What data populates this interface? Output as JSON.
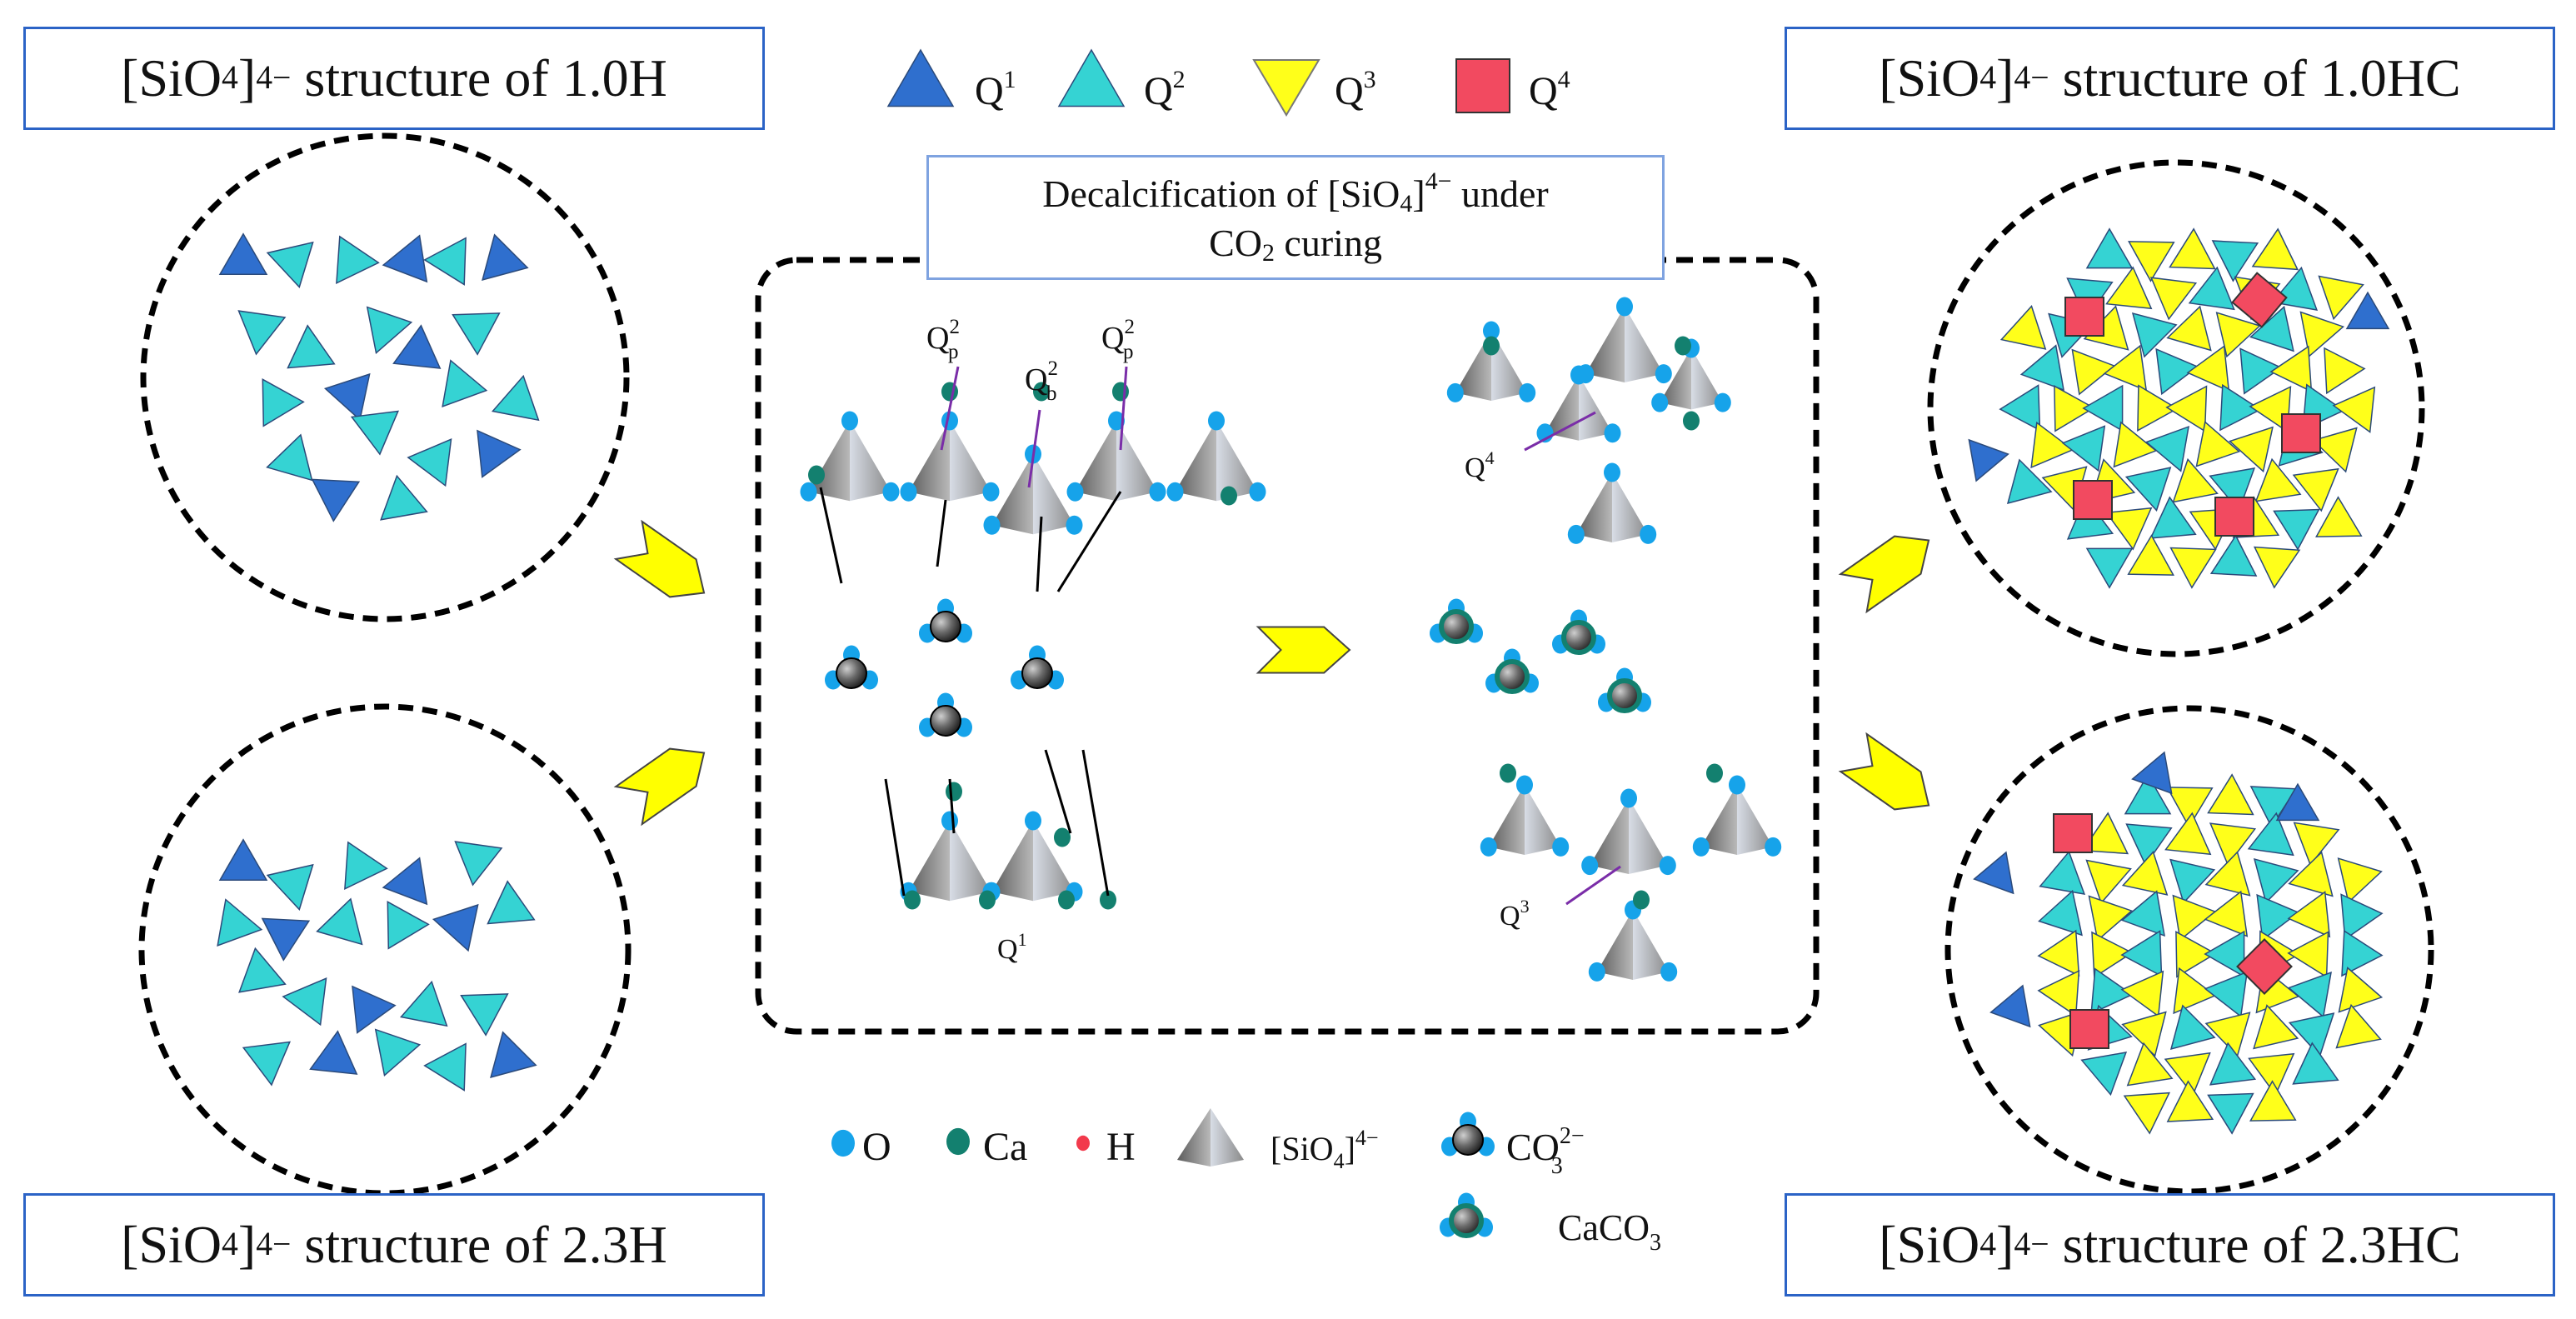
{
  "figure": {
    "labels": {
      "top_left": {
        "prefix": "[SiO",
        "sub": "4",
        "close": "]",
        "sup": "4−",
        "suffix": " structure of 1.0H"
      },
      "bottom_left": {
        "prefix": "[SiO",
        "sub": "4",
        "close": "]",
        "sup": "4−",
        "suffix": " structure of 2.3H"
      },
      "top_right": {
        "prefix": "[SiO",
        "sub": "4",
        "close": "]",
        "sup": "4−",
        "suffix": " structure of 1.0HC"
      },
      "bottom_right": {
        "prefix": "[SiO",
        "sub": "4",
        "close": "]",
        "sup": "4−",
        "suffix": " structure of 2.3HC"
      }
    },
    "q_legend": [
      {
        "sym": "Q",
        "sup": "1",
        "color": "#2f6fce",
        "shape": "triangle"
      },
      {
        "sym": "Q",
        "sup": "2",
        "color": "#35d3d3",
        "shape": "triangle"
      },
      {
        "sym": "Q",
        "sup": "3",
        "color": "#ffff1a",
        "shape": "triangle"
      },
      {
        "sym": "Q",
        "sup": "4",
        "color": "#f24a60",
        "shape": "square"
      }
    ],
    "center_title": {
      "line1_a": "Decalcification of [SiO",
      "line1_sub": "4",
      "line1_b": "]",
      "line1_sup": "4−",
      "line1_c": " under",
      "line2_a": "CO",
      "line2_sub": "2",
      "line2_b": " curing"
    },
    "annotations": {
      "qp": {
        "sym": "Q",
        "sup": "2",
        "sub": "p"
      },
      "qb": {
        "sym": "Q",
        "sup": "2",
        "sub": "b"
      },
      "q1": {
        "sym": "Q",
        "sup": "1"
      },
      "q3": {
        "sym": "Q",
        "sup": "3"
      },
      "q4": {
        "sym": "Q",
        "sup": "4"
      }
    },
    "bottom_legend": [
      {
        "icon": "oxygen",
        "label": "O"
      },
      {
        "icon": "calcium",
        "label": "Ca"
      },
      {
        "icon": "hydrogen",
        "label": "H"
      },
      {
        "icon": "sio4-tetrahedron",
        "label_a": "[SiO",
        "label_sub": "4",
        "label_b": "]",
        "label_sup": "4−"
      },
      {
        "icon": "carbonate",
        "label_a": "CO",
        "label_sub": "3",
        "label_sup": "2−"
      },
      {
        "icon": "calcium-carbonate",
        "label_a": "CaCO",
        "label_sub": "3"
      }
    ],
    "colors": {
      "q1": "#2f6fce",
      "q2": "#35d3d3",
      "q3": "#ffff1a",
      "q4": "#f24a60",
      "oxygen": "#16a3ea",
      "calcium": "#13806f",
      "hydrogen": "#f23a4c",
      "arrow": "#ffff00",
      "label_border": "#2b63c6",
      "annotation_arrow": "#7a2da8"
    }
  }
}
